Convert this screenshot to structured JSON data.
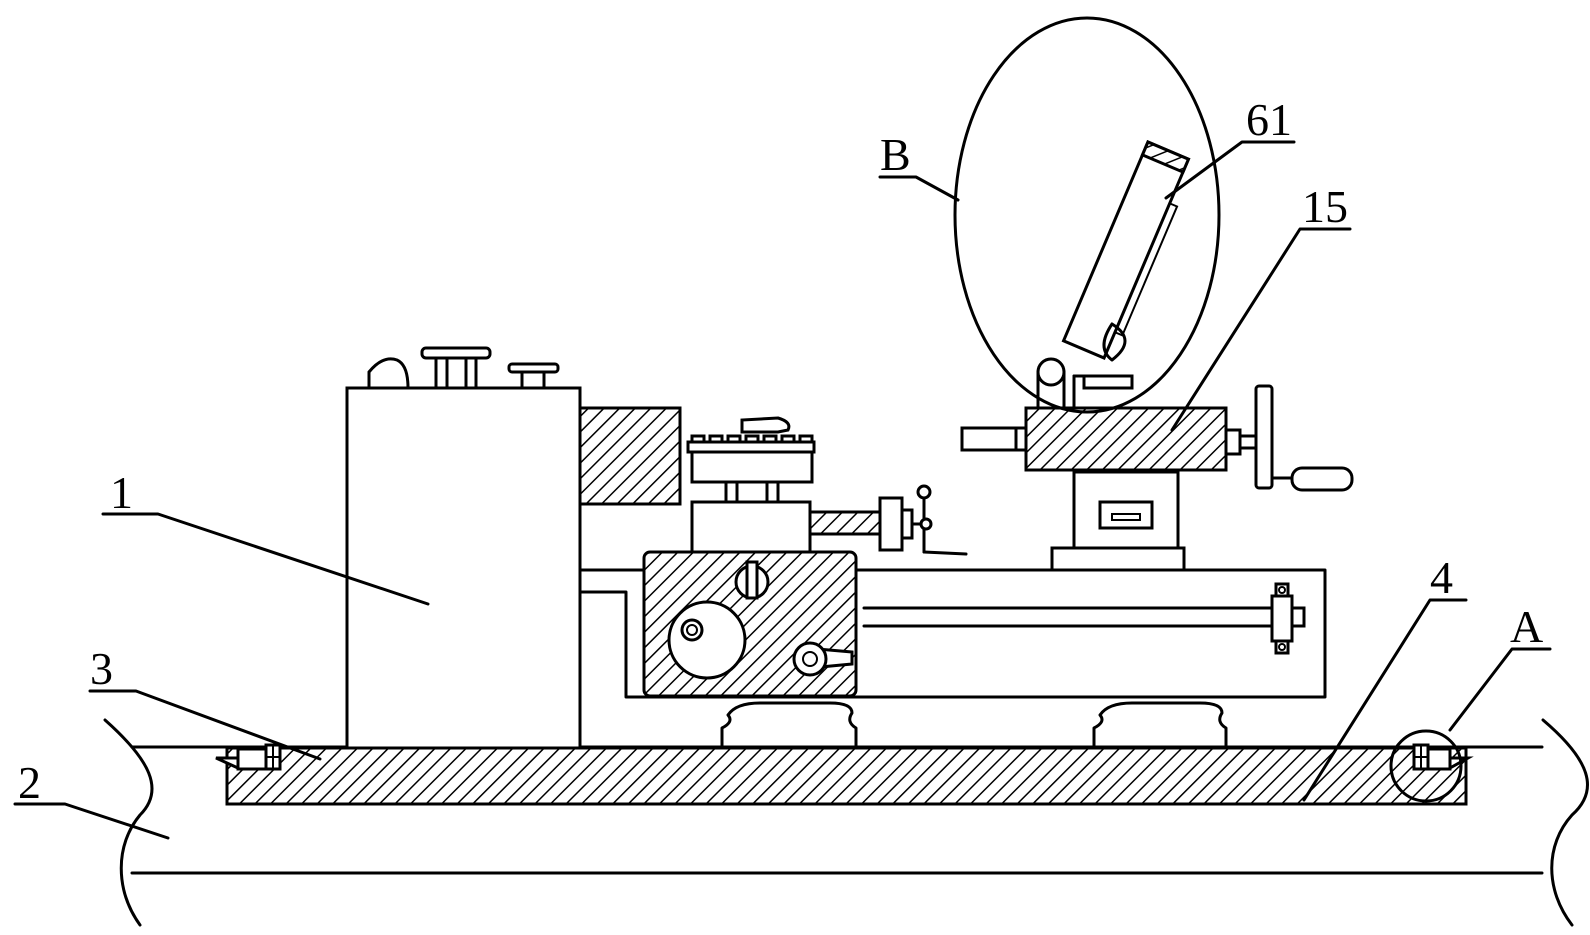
{
  "labels": {
    "label_1": "1",
    "label_2": "2",
    "label_3": "3",
    "label_4": "4",
    "label_15": "15",
    "label_61": "61",
    "label_A": "A",
    "label_B": "B"
  }
}
